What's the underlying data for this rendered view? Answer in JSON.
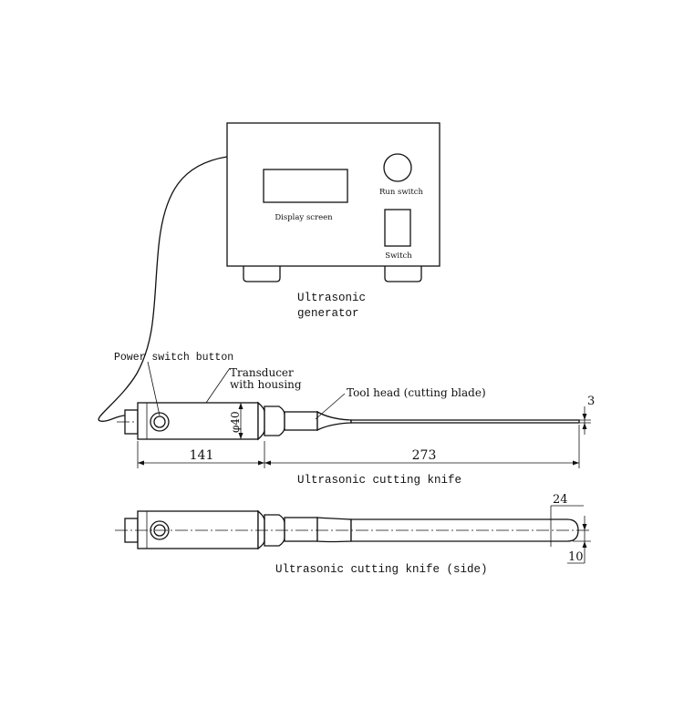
{
  "generator": {
    "display_label": "Display screen",
    "run_switch_label": "Run switch",
    "switch_label": "Switch",
    "caption_line1": "Ultrasonic",
    "caption_line2": "generator"
  },
  "knife_top": {
    "power_switch_label": "Power switch button",
    "transducer_line1": "Transducer",
    "transducer_line2": "with housing",
    "tool_head_label": "Tool head (cutting blade)",
    "diameter_label": "φ40",
    "dim_handle": "141",
    "dim_blade": "273",
    "dim_blade_thickness": "3",
    "caption": "Ultrasonic cutting knife"
  },
  "knife_side": {
    "dim_blade_width": "24",
    "dim_tip": "10",
    "caption": "Ultrasonic cutting knife (side)"
  },
  "colors": {
    "line": "#111111",
    "background": "#ffffff"
  }
}
